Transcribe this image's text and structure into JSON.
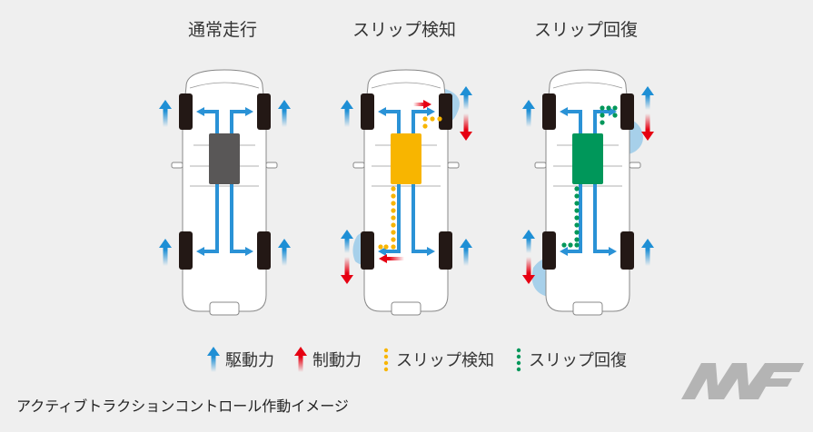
{
  "titles": [
    "通常走行",
    "スリップ検知",
    "スリップ回復"
  ],
  "body_colors": [
    "#595757",
    "#f8b500",
    "#00975a"
  ],
  "colors": {
    "drive": "#1e8fd5",
    "brake": "#e60012",
    "detect": "#f8b500",
    "recover": "#00975a",
    "water": "#8fc6e8"
  },
  "legend": [
    {
      "label": "駆動力",
      "icon": "blue-arrow-icon"
    },
    {
      "label": "制動力",
      "icon": "red-arrow-icon"
    },
    {
      "label": "スリップ検知",
      "icon": "yellow-dots-icon"
    },
    {
      "label": "スリップ回復",
      "icon": "green-dots-icon"
    }
  ],
  "caption": "アクティブトラクションコントロール作動イメージ",
  "logo": "MF"
}
